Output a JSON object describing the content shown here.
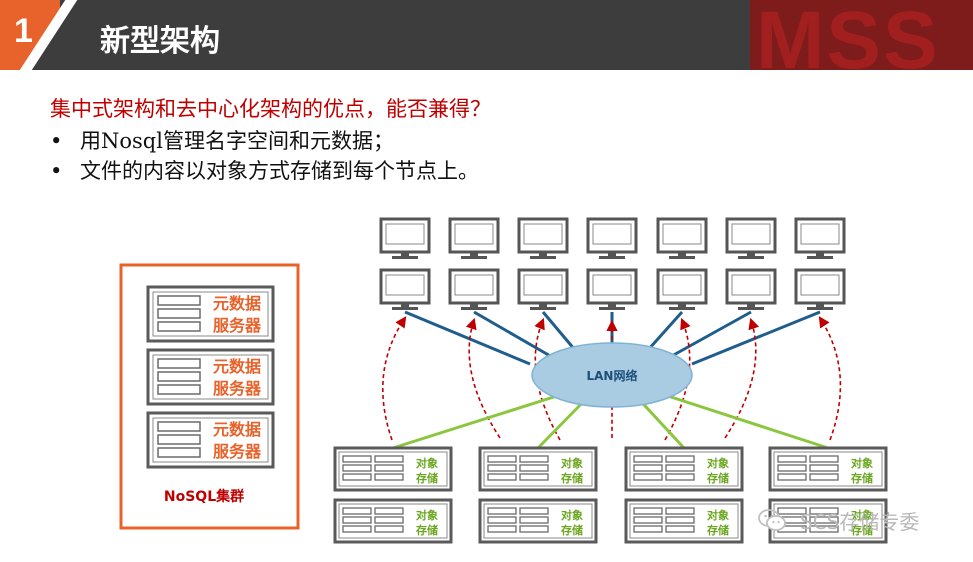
{
  "header": {
    "section_number": "1",
    "title": "新型架构",
    "logo_text": "MSS"
  },
  "content": {
    "headline": "集中式架构和去中心化架构的优点，能否兼得？",
    "bullets": [
      "用Nosql管理名字空间和元数据；",
      "文件的内容以对象方式存储到每个节点上。"
    ]
  },
  "diagram": {
    "metadata_servers": [
      {
        "label_line1": "元数据",
        "label_line2": "服务器"
      },
      {
        "label_line1": "元数据",
        "label_line2": "服务器"
      },
      {
        "label_line1": "元数据",
        "label_line2": "服务器"
      }
    ],
    "cluster_label": "NoSQL集群",
    "network_label": "LAN网络",
    "storage_nodes": [
      {
        "line1": "对象",
        "line2": "存储"
      },
      {
        "line1": "对象",
        "line2": "存储"
      },
      {
        "line1": "对象",
        "line2": "存储"
      },
      {
        "line1": "对象",
        "line2": "存储"
      },
      {
        "line1": "对象",
        "line2": "存储"
      },
      {
        "line1": "对象",
        "line2": "存储"
      },
      {
        "line1": "对象",
        "line2": "存储"
      },
      {
        "line1": "对象",
        "line2": "存储"
      }
    ],
    "client_count_per_row": 7,
    "client_rows": 2,
    "colors": {
      "orange": "#e8632b",
      "blue_line": "#1f5d8c",
      "green_line": "#8cc63f",
      "red_dash": "#c00000",
      "ellipse": "#a9cce3",
      "storage_label": "#6aa61f"
    }
  },
  "watermark": {
    "icon": "wechat-icon",
    "text": "SCS存储专委"
  }
}
